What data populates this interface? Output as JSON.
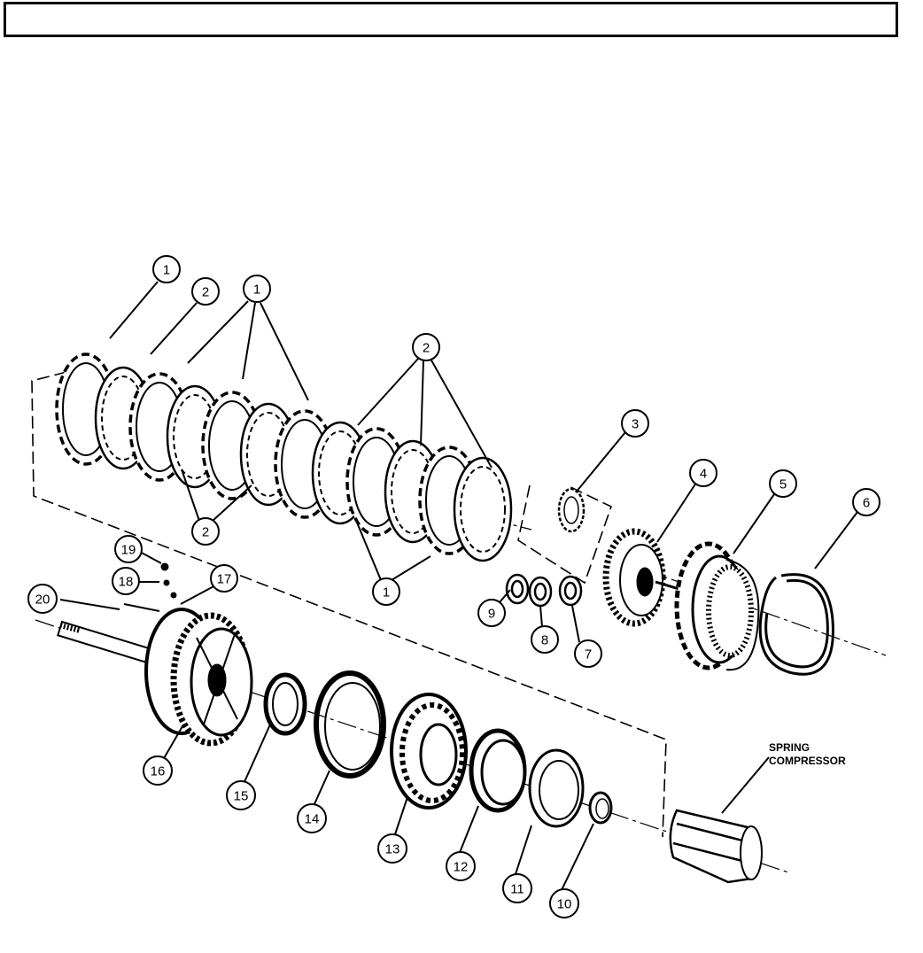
{
  "header": {
    "text": ""
  },
  "callouts": [
    {
      "id": "1a",
      "label": "1"
    },
    {
      "id": "2a",
      "label": "2"
    },
    {
      "id": "1b",
      "label": "1"
    },
    {
      "id": "2b",
      "label": "2"
    },
    {
      "id": "2c",
      "label": "2"
    },
    {
      "id": "1c",
      "label": "1"
    },
    {
      "id": "3",
      "label": "3"
    },
    {
      "id": "4",
      "label": "4"
    },
    {
      "id": "5",
      "label": "5"
    },
    {
      "id": "6",
      "label": "6"
    },
    {
      "id": "7",
      "label": "7"
    },
    {
      "id": "8",
      "label": "8"
    },
    {
      "id": "9",
      "label": "9"
    },
    {
      "id": "10",
      "label": "10"
    },
    {
      "id": "11",
      "label": "11"
    },
    {
      "id": "12",
      "label": "12"
    },
    {
      "id": "13",
      "label": "13"
    },
    {
      "id": "14",
      "label": "14"
    },
    {
      "id": "15",
      "label": "15"
    },
    {
      "id": "16",
      "label": "16"
    },
    {
      "id": "17",
      "label": "17"
    },
    {
      "id": "18",
      "label": "18"
    },
    {
      "id": "19",
      "label": "19"
    },
    {
      "id": "20",
      "label": "20"
    }
  ],
  "tool_label": {
    "line1": "SPRING",
    "line2": "COMPRESSOR"
  }
}
